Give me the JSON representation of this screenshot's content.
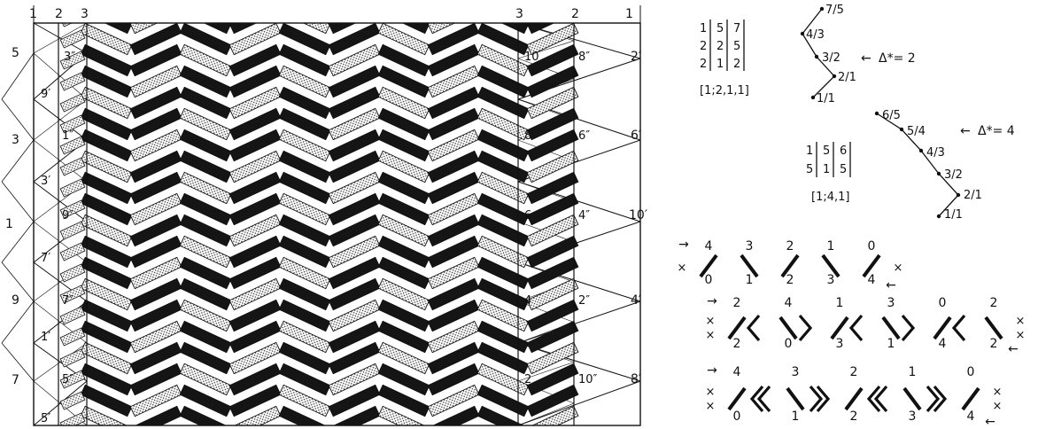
{
  "weave_figure": {
    "top_labels": [
      "1",
      "2",
      "3",
      "3",
      "2",
      "1"
    ],
    "left_labels": [
      "5",
      "3",
      "1",
      "9",
      "7"
    ],
    "col1_labels": [
      "3″",
      "9′",
      "1″",
      "3′",
      "9″",
      "7′",
      "7″",
      "1′",
      "5″",
      "5′"
    ],
    "col2_labels": [
      "10",
      "8",
      "6",
      "4",
      "2"
    ],
    "col3_labels": [
      "8″",
      "6″",
      "4″",
      "2″",
      "10″"
    ],
    "right_labels": [
      "2′",
      "6′",
      "10′",
      "4′",
      "8′"
    ]
  },
  "matrix_a": {
    "rows": [
      [
        "1",
        "5",
        "7"
      ],
      [
        "2",
        "2",
        "5"
      ],
      [
        "2",
        "1",
        "2"
      ]
    ],
    "code": "[1;2,1,1]"
  },
  "zigzag_a": {
    "labels": [
      "7/5",
      "4/3",
      "3/2",
      "2/1",
      "1/1"
    ],
    "arrow": "←",
    "delta": "Δ*= 2"
  },
  "matrix_b": {
    "rows": [
      [
        "1",
        "5",
        "6"
      ],
      [
        "5",
        "1",
        "5"
      ]
    ],
    "code": "[1;4,1]"
  },
  "zigzag_b": {
    "labels": [
      "6/5",
      "5/4",
      "4/3",
      "3/2",
      "2/1",
      "1/1"
    ],
    "arrow": "←",
    "delta": "Δ*= 4"
  },
  "strip_1": {
    "top": [
      "4",
      "3",
      "2",
      "1",
      "0"
    ],
    "bottom": [
      "0",
      "1",
      "2",
      "3",
      "4"
    ],
    "marker": "×",
    "right_arrow": "→",
    "left_arrow": "←"
  },
  "strip_2": {
    "top": [
      "2",
      "4",
      "1",
      "3",
      "0",
      "2"
    ],
    "bottom": [
      "2",
      "0",
      "3",
      "1",
      "4",
      "2"
    ],
    "marker": "×",
    "right_arrow": "→",
    "left_arrow": "←"
  },
  "strip_3": {
    "top": [
      "4",
      "3",
      "2",
      "1",
      "0"
    ],
    "bottom": [
      "0",
      "1",
      "2",
      "3",
      "4"
    ],
    "marker": "×",
    "right_arrow": "→",
    "left_arrow": "←"
  }
}
